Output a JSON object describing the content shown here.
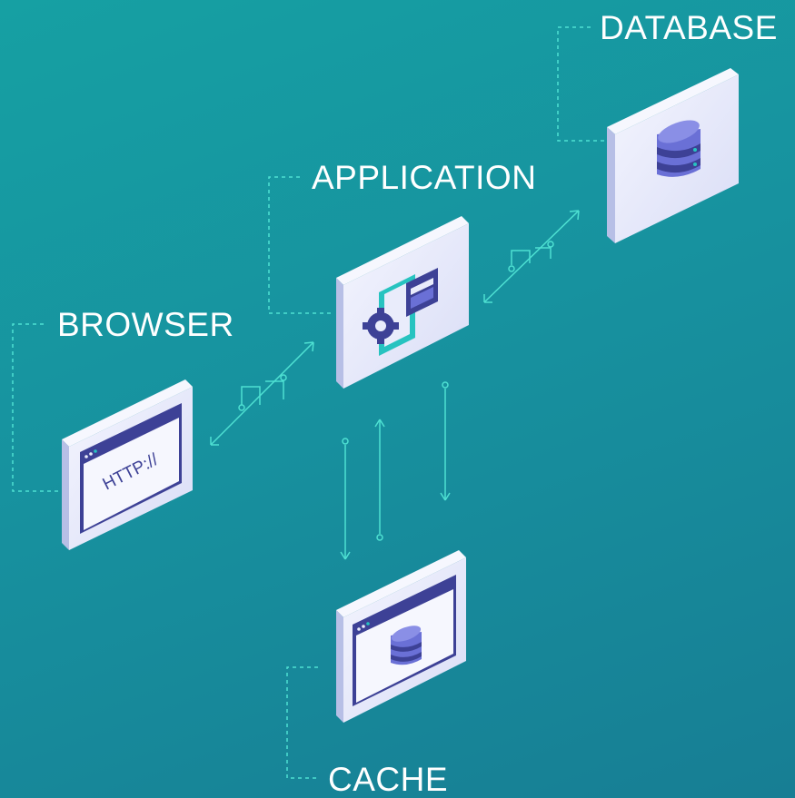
{
  "nodes": {
    "database": {
      "label": "DATABASE"
    },
    "application": {
      "label": "APPLICATION"
    },
    "browser": {
      "label": "BROWSER",
      "url_text": "HTTP://"
    },
    "cache": {
      "label": "CACHE"
    }
  },
  "colors": {
    "background_top": "#16a0a3",
    "background_bottom": "#177e94",
    "connector": "#4ee0d2",
    "panel_face": "#e9ecfb",
    "panel_side": "#b7bfe6",
    "icon_dark": "#3d4196",
    "icon_mid": "#6a70d6",
    "icon_teal": "#27c3c0"
  }
}
